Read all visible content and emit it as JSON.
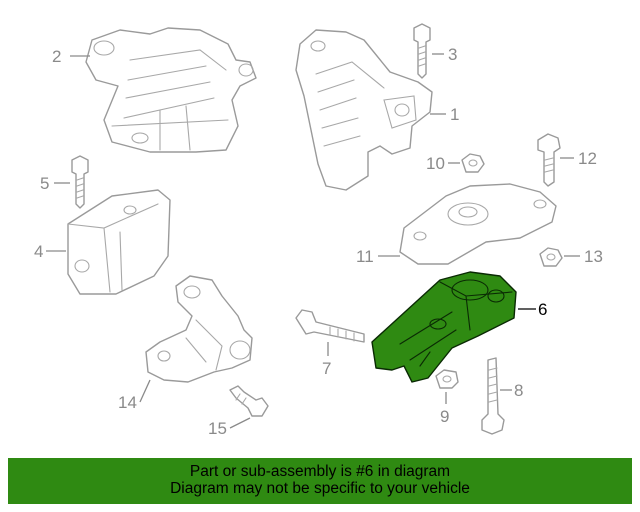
{
  "diagram": {
    "highlighted_callout": "6",
    "highlight_color": "#2f8a12",
    "callouts": [
      "1",
      "2",
      "3",
      "4",
      "5",
      "6",
      "7",
      "8",
      "9",
      "10",
      "11",
      "12",
      "13",
      "14",
      "15"
    ]
  },
  "banner": {
    "line1": "Part or sub-assembly is #6 in diagram",
    "line2": "Diagram may not be specific to your vehicle",
    "background": "#2f8a12"
  }
}
